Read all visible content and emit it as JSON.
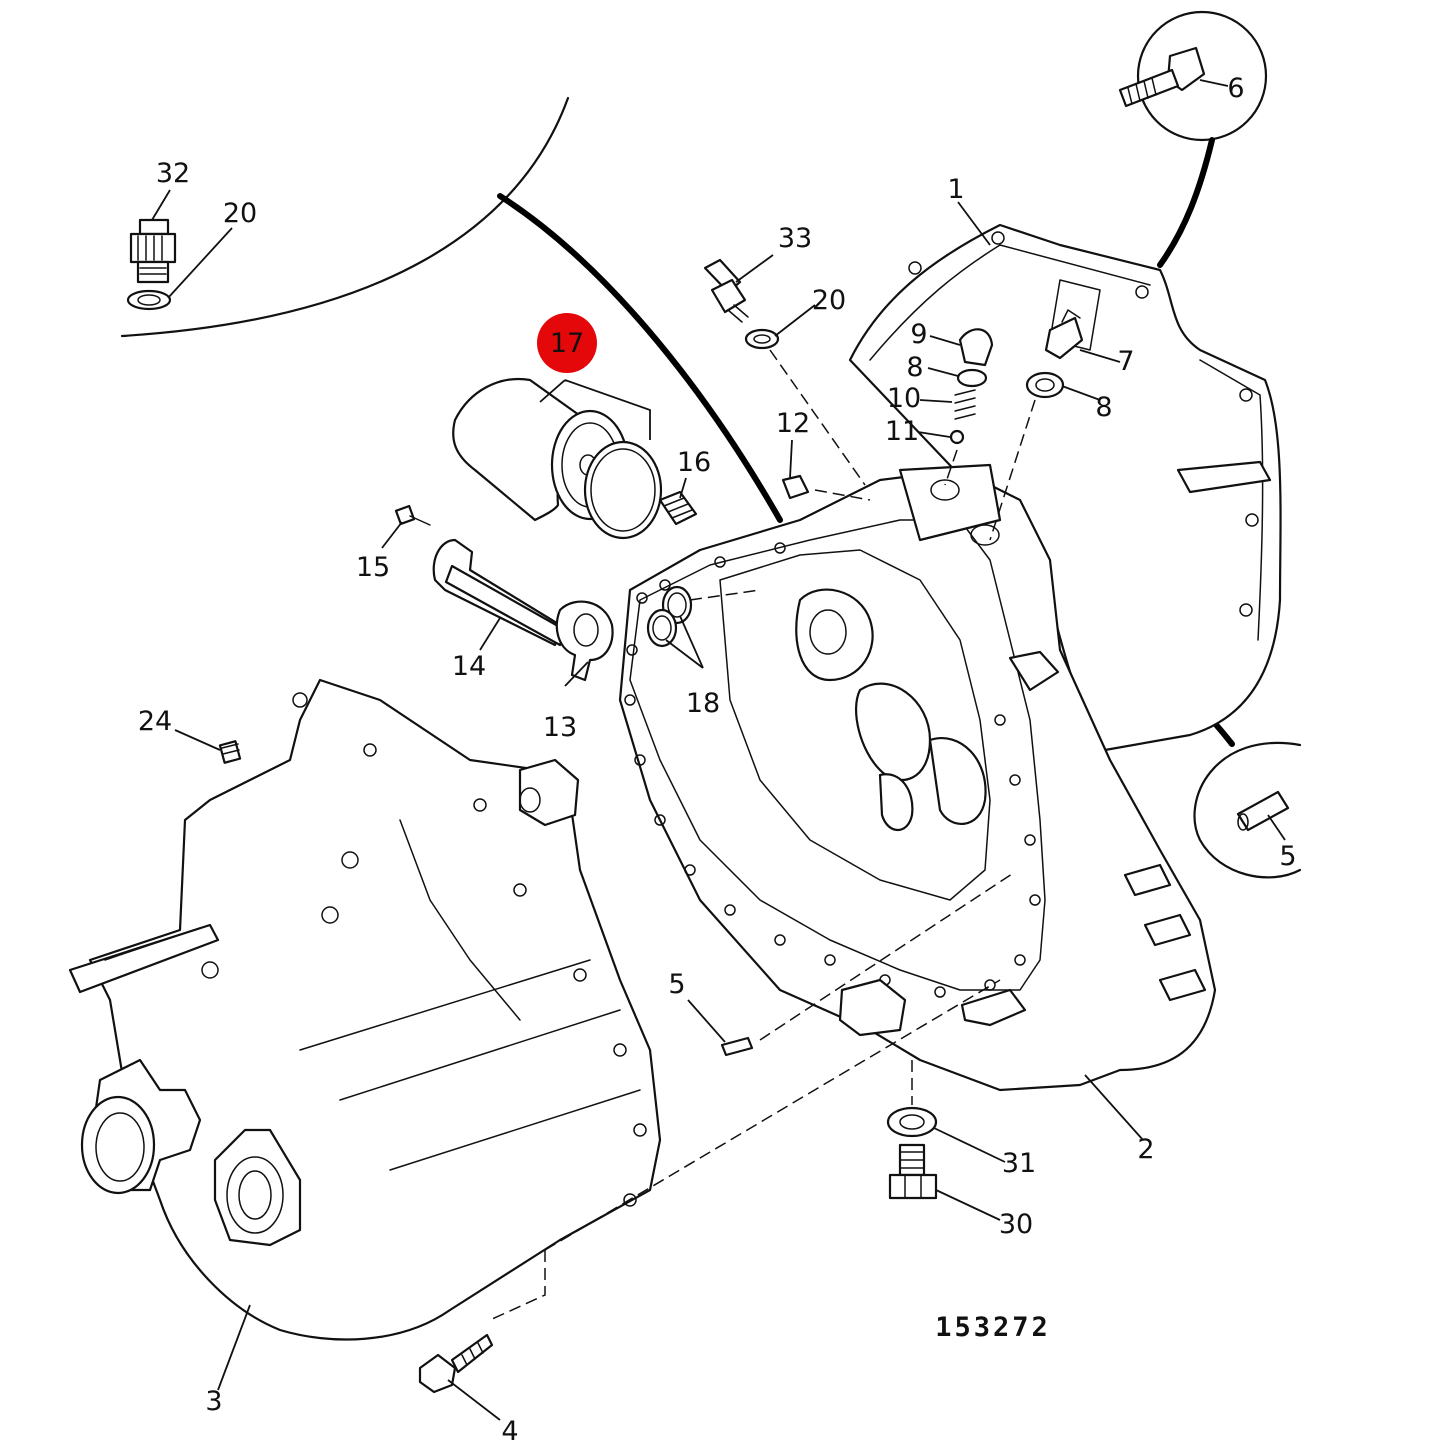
{
  "drawing_number": "153272",
  "highlight": {
    "label": "17",
    "color": "#e4080a"
  },
  "callouts": {
    "c1": "1",
    "c2": "2",
    "c3": "3",
    "c4": "4",
    "c5a": "5",
    "c5b": "5",
    "c6": "6",
    "c7": "7",
    "c8a": "8",
    "c8b": "8",
    "c9": "9",
    "c10": "10",
    "c11": "11",
    "c12": "12",
    "c13": "13",
    "c14": "14",
    "c15": "15",
    "c16": "16",
    "c18": "18",
    "c20a": "20",
    "c20b": "20",
    "c24": "24",
    "c30": "30",
    "c31": "31",
    "c32": "32",
    "c33": "33"
  }
}
